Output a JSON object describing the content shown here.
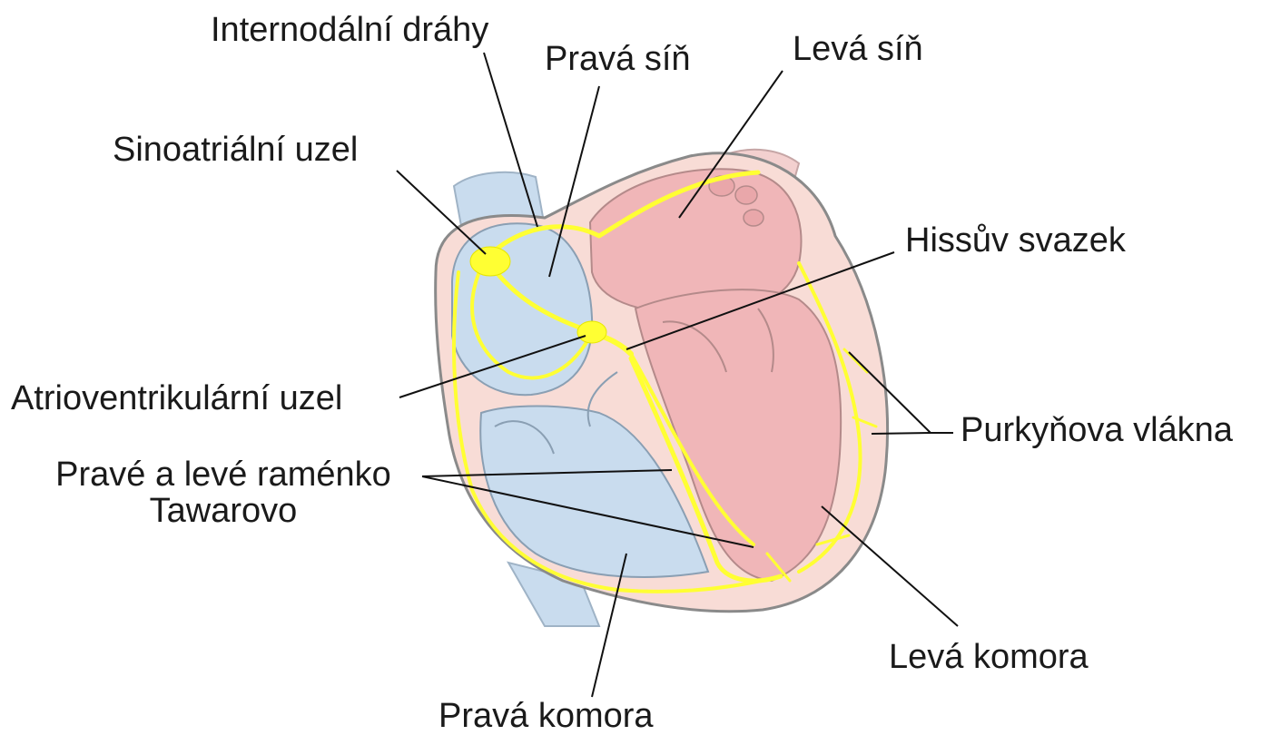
{
  "labels": {
    "internodal": "Internodální dráhy",
    "right_atrium": "Pravá síň",
    "left_atrium": "Levá síň",
    "sa_node": "Sinoatriální uzel",
    "his_bundle": "Hissův svazek",
    "av_node": "Atrioventrikulární uzel",
    "purkinje": "Purkyňova vlákna",
    "bundle_branches_line1": "Pravé a levé raménko",
    "bundle_branches_line2": "Tawarovo",
    "left_ventricle": "Levá komora",
    "right_ventricle": "Pravá komora"
  },
  "colors": {
    "conduction": "#ffff33",
    "right_heart": "#c9dcee",
    "left_heart": "#f0b6b8",
    "wall": "#f8dcd6",
    "outline": "#8a8a8a",
    "leader": "#111111"
  }
}
